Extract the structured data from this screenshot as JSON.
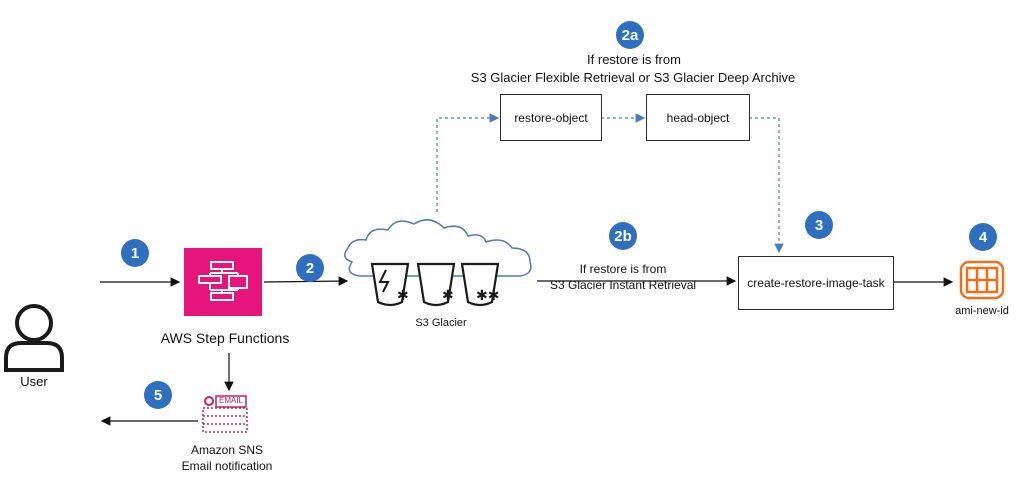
{
  "badges": {
    "b1": "1",
    "b2": "2",
    "b2a": "2a",
    "b2b": "2b",
    "b3": "3",
    "b4": "4",
    "b5": "5"
  },
  "labels": {
    "user": "User",
    "step_functions": "AWS Step Functions",
    "s3_glacier": "S3 Glacier",
    "sns_line1": "Amazon SNS",
    "sns_line2": "Email notification",
    "email_tag": "EMAIL",
    "ami": "ami-new-id",
    "cond_2a_line1": "If restore is from",
    "cond_2a_line2": "S3 Glacier Flexible Retrieval or S3 Glacier Deep Archive",
    "cond_2b_line1": "If restore is from",
    "cond_2b_line2": "S3 Glacier Instant Retrieval"
  },
  "boxes": {
    "restore_object": "restore-object",
    "head_object": "head-object",
    "create_restore": "create-restore-image-task"
  },
  "colors": {
    "badge": "#2f6fc0",
    "step_functions": "#e7157b",
    "sns": "#c7215d",
    "ami": "#e8711a",
    "dotted_arrow": "#4a79c4"
  }
}
